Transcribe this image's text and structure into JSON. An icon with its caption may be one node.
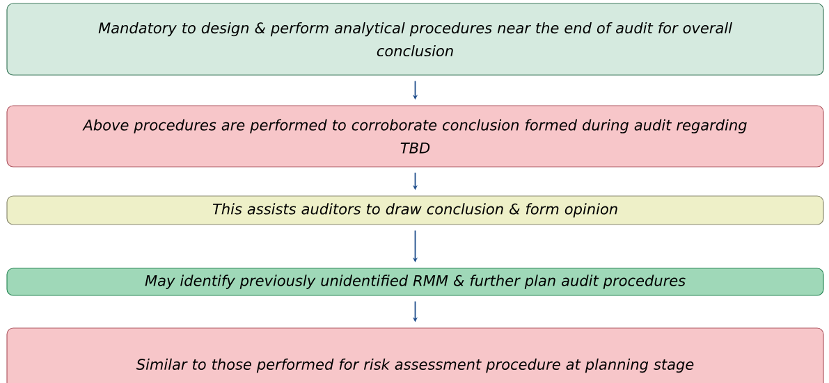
{
  "diagram": {
    "nodes": [
      {
        "text": [
          "Mandatory to design & perform analytical procedures near the end of audit for overall conclusion"
        ]
      },
      {
        "text": [
          "Above procedures are performed to corroborate conclusion formed during audit regarding TBD"
        ]
      },
      {
        "text": [
          "This assists auditors to draw conclusion & form opinion"
        ]
      },
      {
        "text": [
          "May identify previously unidentified RMM & further plan audit procedures"
        ]
      },
      {
        "text": [
          "Similar to those performed for risk assessment procedure at planning stage"
        ]
      }
    ],
    "edges": [
      {
        "from": 0,
        "to": 1,
        "arrow": "to"
      },
      {
        "from": 1,
        "to": 2,
        "arrow": "to"
      },
      {
        "from": 2,
        "to": 3,
        "arrow": "to"
      },
      {
        "from": 3,
        "to": 4,
        "arrow": "to"
      }
    ]
  }
}
